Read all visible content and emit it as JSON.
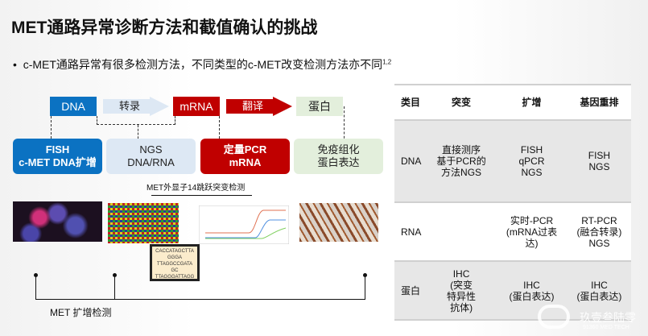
{
  "title": "MET通路异常诊断方法和截值确认的挑战",
  "bullet": {
    "text": "c-MET通路异常有很多检测方法，不同类型的c-MET改变检测方法亦不同",
    "sup": "1,2"
  },
  "flow": {
    "dna": "DNA",
    "transcription": "转录",
    "mrna": "mRNA",
    "translation": "翻译",
    "protein": "蛋白"
  },
  "methods": [
    {
      "line1": "FISH",
      "line2": "c-MET DNA扩增"
    },
    {
      "line1": "NGS",
      "line2": "DNA/RNA"
    },
    {
      "line1": "定量PCR",
      "line2": "mRNA"
    },
    {
      "line1": "免疫组化",
      "line2": "蛋白表达"
    }
  ],
  "exon14_label": "MET外显子14跳跃突变检测",
  "amp_label": "MET 扩增检测",
  "seq_text": [
    "CACCATAGCTTA",
    "GGGA",
    "TTAGGCCGATA",
    "GC",
    "TTAGGGATTAGG"
  ],
  "table": {
    "headers": [
      "类目",
      "突变",
      "扩增",
      "基因重排"
    ],
    "rows": [
      [
        "DNA",
        "直接测序\n基于PCR的\n方法NGS",
        "FISH\nqPCR\nNGS",
        "FISH\nNGS"
      ],
      [
        "RNA",
        "",
        "实时-PCR\n(mRNA过表\n达)",
        "RT-PCR\n(融合转录)\nNGS"
      ],
      [
        "蛋白",
        "IHC\n(突变\n特异性\n抗体)",
        "IHC\n(蛋白表达)",
        "IHC\n(蛋白表达)"
      ]
    ]
  },
  "watermark": {
    "cn": "玖壹叁陆零",
    "en": "91360 MED TECH"
  },
  "colors": {
    "blue": "#0b72c2",
    "red": "#c00000",
    "lightblue": "#dde8f4",
    "lightgreen": "#e3efdc"
  }
}
